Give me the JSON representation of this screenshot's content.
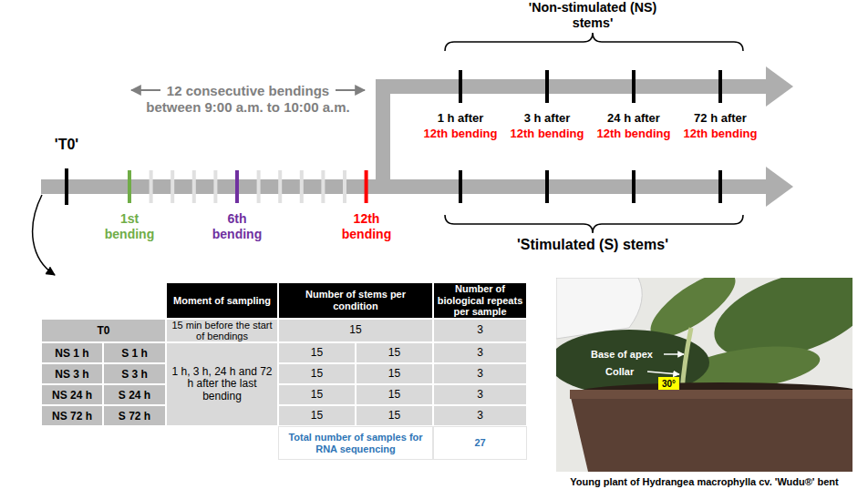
{
  "diagram": {
    "caption": "Young plant of Hydrangea macrophylla cv. 'Wudu®' bent",
    "labels": [
      "'Non-stimulated (NS) stems'",
      "12 consecutive bendings between 9:00 a.m. to 10:00 a.m.",
      "'T0'",
      "1 h after",
      "12th bending",
      "3 h after",
      "12th bending",
      "24 h after",
      "12th bending",
      "72 h after",
      "12th bending",
      "1st bending",
      "6th bending",
      "12th bending",
      "'Stimulated (S) stems'",
      "Moment of sampling",
      "Number of stems per condition",
      "Number of biological repeats per sample",
      "T0",
      "15 min before the start of bendings",
      "15",
      "3",
      "NS 1 h",
      "S 1 h",
      "1 h, 3 h, 24 h and 72 h after the last bending",
      "15",
      "15",
      "3",
      "NS 3 h",
      "S 3 h",
      "15",
      "15",
      "3",
      "NS 24 h",
      "S 24 h",
      "15",
      "15",
      "3",
      "NS 72 h",
      "S 72 h",
      "15",
      "15",
      "3",
      "Total number of samples for RNA sequencing",
      "27",
      "Base of apex",
      "Collar",
      "30°"
    ]
  }
}
